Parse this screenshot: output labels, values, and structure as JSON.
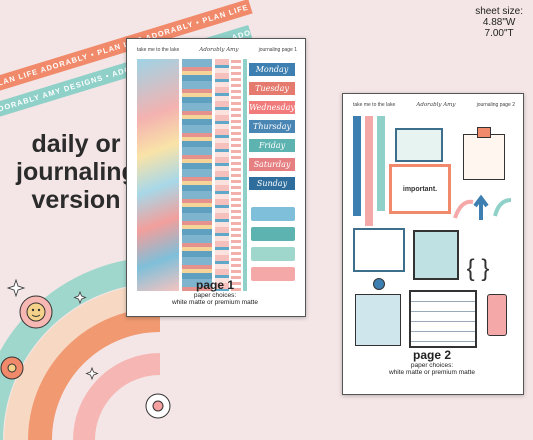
{
  "ribbons": {
    "top": "PLAN LIFE ADORABLY • PLAN LIFE ADORABLY • PLAN LIFE ADORABLY • PLAN LIFE",
    "bottom": "ADORABLY AMY DESIGNS • ADORABLY AMY DESIGNS • ADORABLY AMY DESIGNS"
  },
  "headline": [
    "daily or",
    "journaling",
    "version"
  ],
  "sheet_size": {
    "label": "sheet size:",
    "width": "4.88\"W",
    "height": "7.00\"T"
  },
  "page1": {
    "sheet_title": "take me to the lake",
    "logo": "Adorably Amy",
    "sheet_label": "journaling page 1",
    "days": [
      "Monday",
      "Tuesday",
      "Wednesday",
      "Thursday",
      "Friday",
      "Saturday",
      "Sunday"
    ],
    "day_colors": [
      "#3d7fb0",
      "#e57b6e",
      "#f07b7a",
      "#4a86b4",
      "#5db3b0",
      "#e57f82",
      "#2f6e9c"
    ],
    "caption_title": "page 1",
    "caption_line1": "paper choices:",
    "caption_line2": "white matte or premium matte"
  },
  "page2": {
    "sheet_title": "take me to the lake",
    "logo": "Adorably Amy",
    "sheet_label": "journaling page 2",
    "important_label": "important.",
    "caption_title": "page 2",
    "caption_line1": "paper choices:",
    "caption_line2": "white matte or premium matte"
  },
  "colors": {
    "background": "#f4e6e6",
    "coral": "#f08a6a",
    "teal": "#8fd0c8",
    "blue": "#3d7fb0",
    "pink": "#f4a9a8"
  }
}
